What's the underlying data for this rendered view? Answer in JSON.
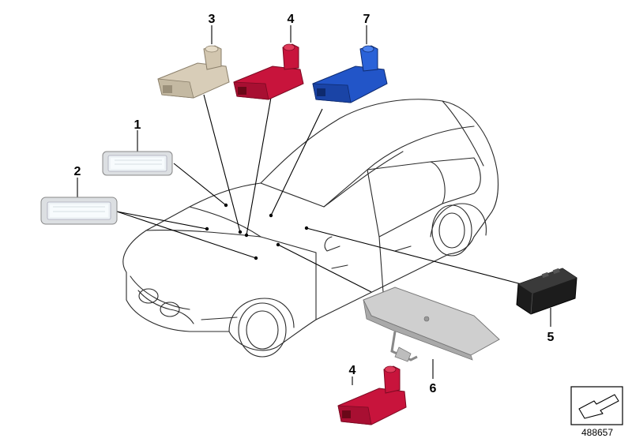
{
  "callouts": {
    "c1": "1",
    "c2": "2",
    "c3": "3",
    "c4_top": "4",
    "c4_bottom": "4",
    "c5": "5",
    "c6": "6",
    "c7": "7"
  },
  "document_number": "488657",
  "colors": {
    "line": "#000000",
    "car_outline": "#2a2a2a",
    "beige_connector": "#d8cdb8",
    "red_connector": "#c8143c",
    "blue_connector": "#2255c8",
    "light_lens": "#e8eef2",
    "grey_plate": "#c8c8c8",
    "black_module": "#1c1c1c"
  }
}
